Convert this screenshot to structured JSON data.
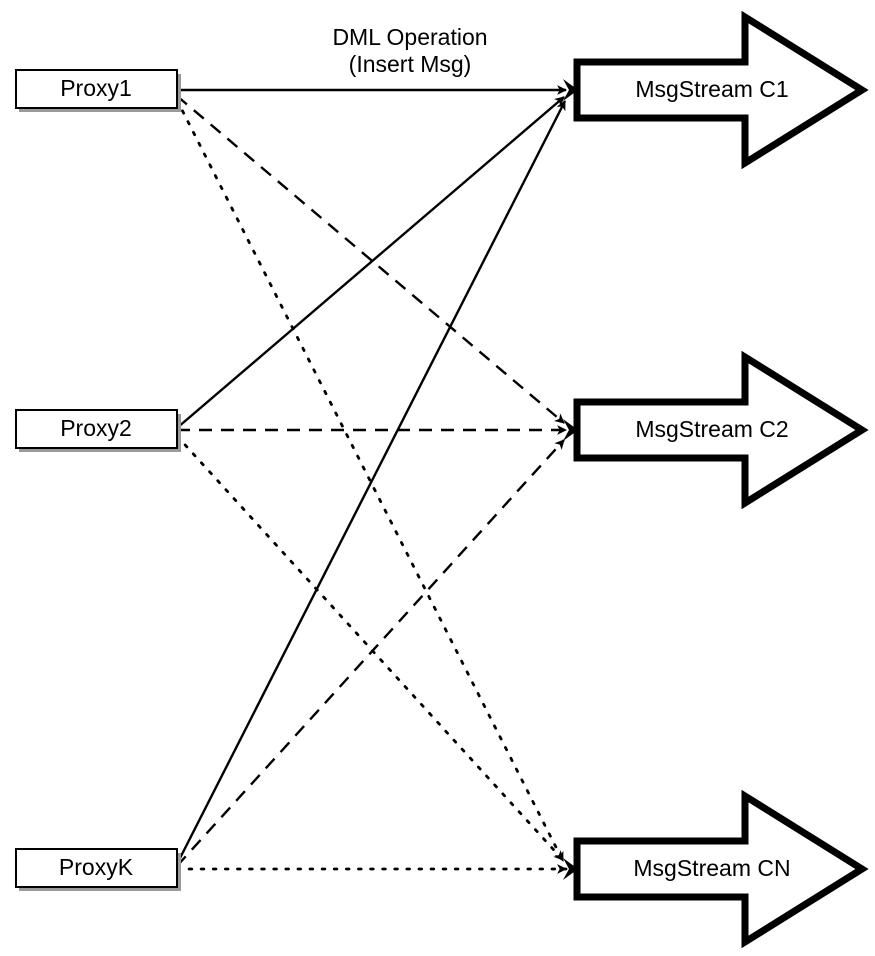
{
  "diagram": {
    "type": "fan-out-message-routing",
    "caption": {
      "line1": "DML Operation",
      "line2": "(Insert Msg)"
    },
    "sources": [
      {
        "id": "proxy1",
        "label": "Proxy1"
      },
      {
        "id": "proxy2",
        "label": "Proxy2"
      },
      {
        "id": "proxyK",
        "label": "ProxyK"
      }
    ],
    "targets": [
      {
        "id": "c1",
        "label": "MsgStream C1",
        "line_style": "solid"
      },
      {
        "id": "c2",
        "label": "MsgStream C2",
        "line_style": "dashed"
      },
      {
        "id": "cn",
        "label": "MsgStream CN",
        "line_style": "dotted"
      }
    ],
    "edges": [
      {
        "from": "proxy1",
        "to": "c1",
        "style": "solid"
      },
      {
        "from": "proxy1",
        "to": "c2",
        "style": "dashed"
      },
      {
        "from": "proxy1",
        "to": "cn",
        "style": "dotted"
      },
      {
        "from": "proxy2",
        "to": "c1",
        "style": "solid"
      },
      {
        "from": "proxy2",
        "to": "c2",
        "style": "dashed"
      },
      {
        "from": "proxy2",
        "to": "cn",
        "style": "dotted"
      },
      {
        "from": "proxyK",
        "to": "c1",
        "style": "solid"
      },
      {
        "from": "proxyK",
        "to": "c2",
        "style": "dashed"
      },
      {
        "from": "proxyK",
        "to": "cn",
        "style": "dotted"
      }
    ],
    "colors": {
      "stroke": "#000000",
      "fill": "#ffffff",
      "box_shadow": "#9a9a9a"
    }
  }
}
